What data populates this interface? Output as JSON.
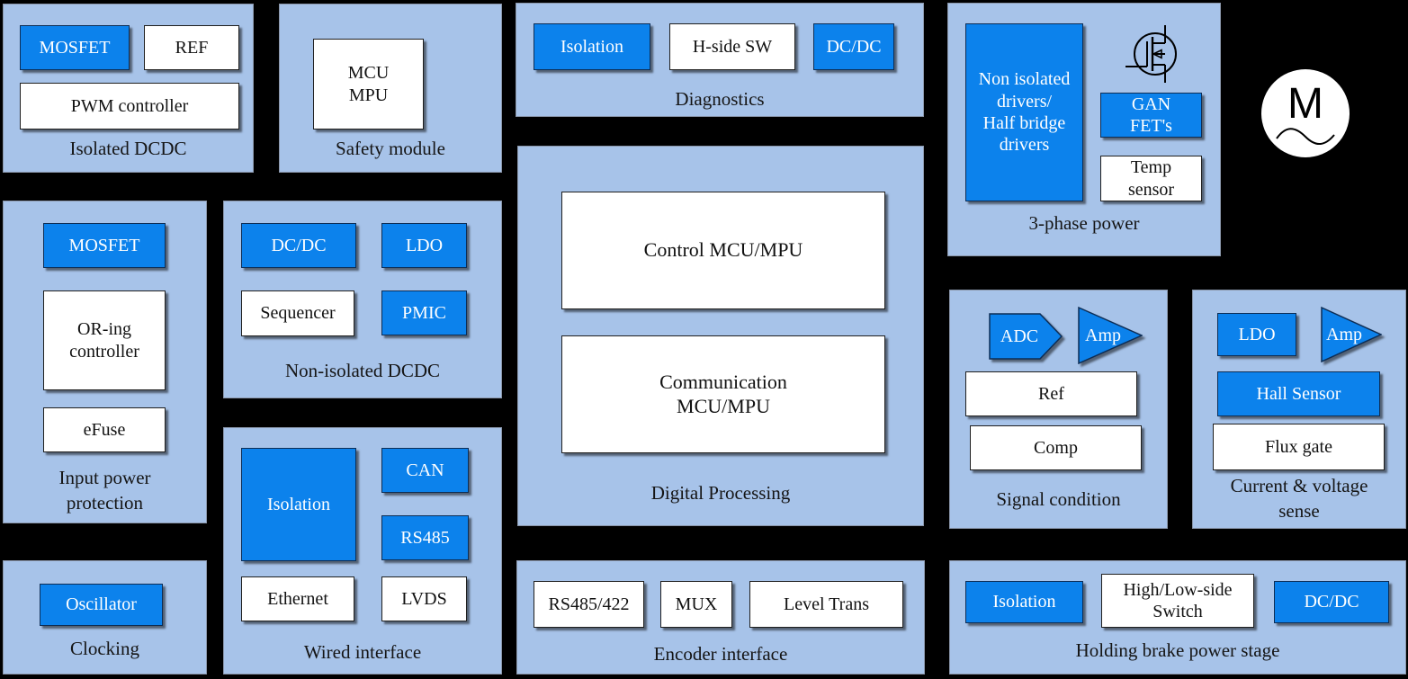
{
  "colors": {
    "background": "#000000",
    "panel_fill": "#a7c3e9",
    "accent_blue": "#0c82ec",
    "box_white": "#ffffff",
    "text_dark": "#111111",
    "text_light": "#ffffff"
  },
  "icons": {
    "mosfet_symbol": "n-channel-mosfet-icon",
    "motor_wave": "sine-wave-icon"
  },
  "motor": {
    "label": "M"
  },
  "panels": {
    "isolated_dcdc": {
      "title": "Isolated DCDC",
      "mosfet": "MOSFET",
      "ref": "REF",
      "pwm_controller": "PWM controller"
    },
    "safety_module": {
      "title": "Safety module",
      "mcu_mpu": "MCU\nMPU"
    },
    "diagnostics": {
      "title": "Diagnostics",
      "isolation": "Isolation",
      "h_side_sw": "H-side SW",
      "dc_dc": "DC/DC"
    },
    "three_phase_power": {
      "title": "3-phase power",
      "drivers": "Non isolated\ndrivers/\nHalf bridge\ndrivers",
      "gan_fets": "GAN\nFET's",
      "temp_sensor": "Temp\nsensor"
    },
    "input_power_protection": {
      "title": "Input power\nprotection",
      "mosfet": "MOSFET",
      "oring_controller": "OR-ing\ncontroller",
      "efuse": "eFuse"
    },
    "non_isolated_dcdc": {
      "title": "Non-isolated DCDC",
      "dc_dc": "DC/DC",
      "ldo": "LDO",
      "sequencer": "Sequencer",
      "pmic": "PMIC"
    },
    "wired_interface": {
      "title": "Wired interface",
      "isolation": "Isolation",
      "can": "CAN",
      "rs485": "RS485",
      "ethernet": "Ethernet",
      "lvds": "LVDS"
    },
    "digital_processing": {
      "title": "Digital Processing",
      "control_mcu": "Control MCU/MPU",
      "communication_mcu": "Communication\nMCU/MPU"
    },
    "signal_condition": {
      "title": "Signal condition",
      "adc": "ADC",
      "amp": "Amp",
      "ref": "Ref",
      "comp": "Comp"
    },
    "current_voltage_sense": {
      "title": "Current & voltage\nsense",
      "ldo": "LDO",
      "amp": "Amp",
      "hall_sensor": "Hall Sensor",
      "flux_gate": "Flux gate"
    },
    "clocking": {
      "title": "Clocking",
      "oscillator": "Oscillator"
    },
    "encoder_interface": {
      "title": "Encoder interface",
      "rs485_422": "RS485/422",
      "mux": "MUX",
      "level_trans": "Level Trans"
    },
    "holding_brake": {
      "title": "Holding brake power stage",
      "isolation": "Isolation",
      "switch": "High/Low-side\nSwitch",
      "dc_dc": "DC/DC"
    }
  }
}
